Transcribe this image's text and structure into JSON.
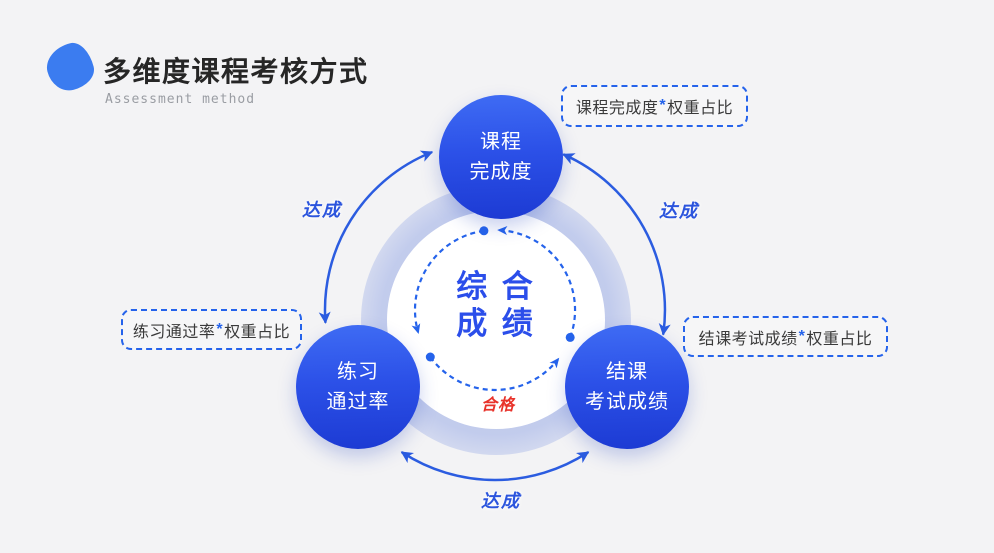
{
  "header": {
    "title": "多维度课程考核方式",
    "subtitle": "Assessment method"
  },
  "center": {
    "line1": "综 合",
    "line2": "成 绩",
    "pass": "合格"
  },
  "labels": {
    "achieve": "达成"
  },
  "nodes": [
    {
      "id": "course-completion",
      "line1": "课程",
      "line2": "完成度",
      "tag": {
        "before": "课程完成度",
        "star": "*",
        "after": "权重占比"
      }
    },
    {
      "id": "practice-pass-rate",
      "line1": "练习",
      "line2": "通过率",
      "tag": {
        "before": "练习通过率",
        "star": "*",
        "after": "权重占比"
      }
    },
    {
      "id": "final-exam-score",
      "line1": "结课",
      "line2": "考试成绩",
      "tag": {
        "before": "结课考试成绩",
        "star": "*",
        "after": "权重占比"
      }
    }
  ],
  "colors": {
    "accent_blue": "#2563eb",
    "arc_blue": "#2b5ce0",
    "node_gradient_top": "#3f6cf4",
    "node_gradient_bottom": "#1c3ad3",
    "center_text_blue": "#2b4eea",
    "pass_red": "#e8322a",
    "title_dark": "#262626",
    "subtitle_gray": "#9a9da3",
    "background": "#f3f3f5",
    "halo": "#adbbe9"
  }
}
